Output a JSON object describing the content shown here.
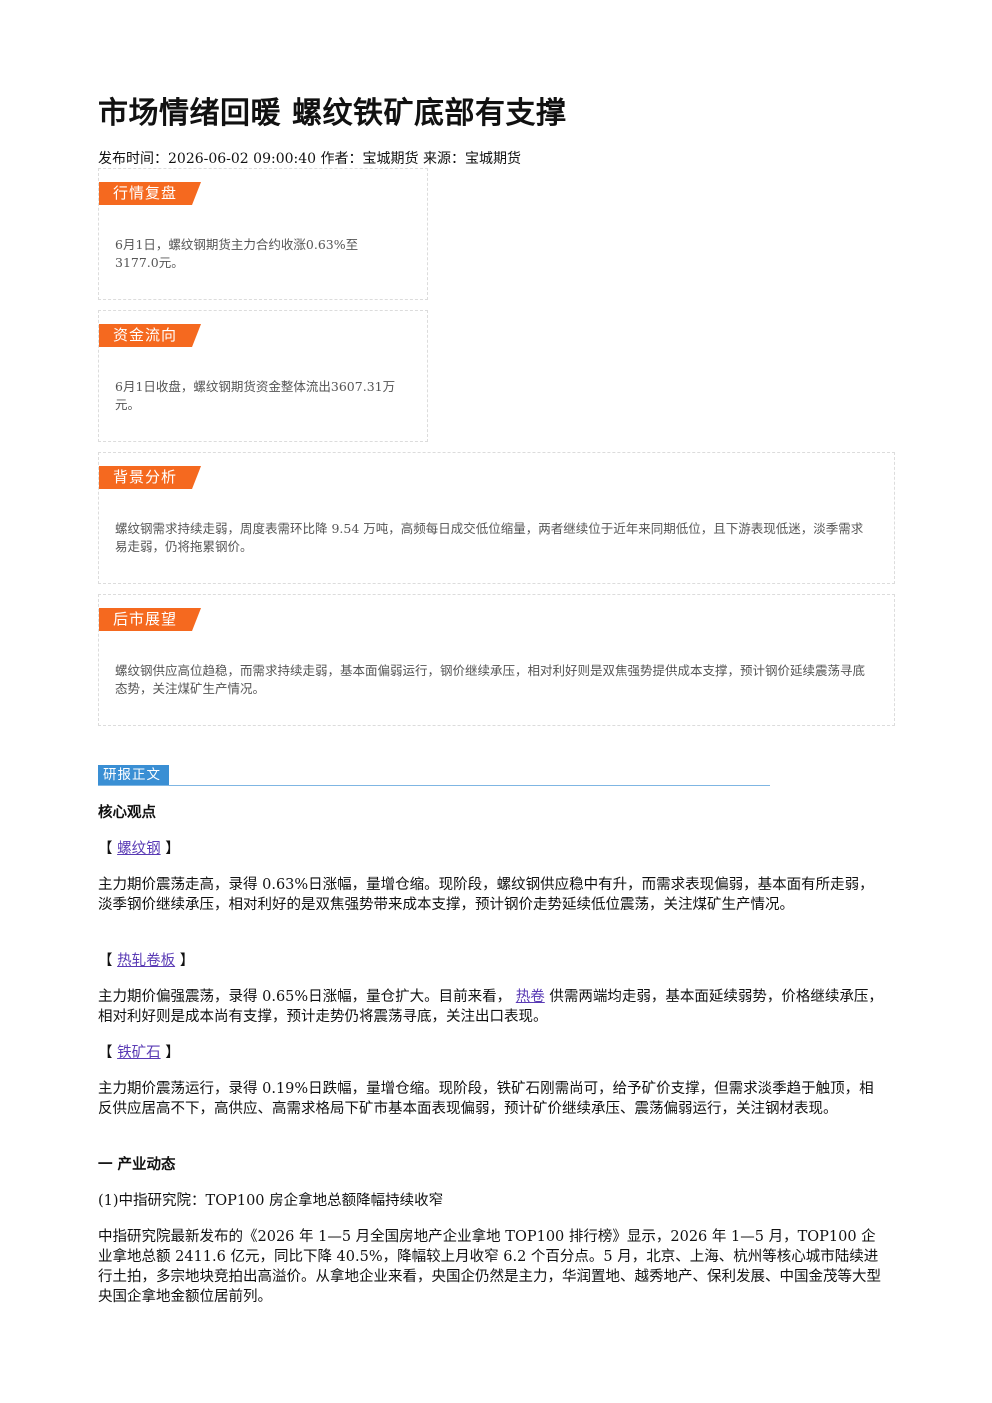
{
  "article": {
    "title": "市场情绪回暖 螺纹铁矿底部有支撑",
    "meta": "发布时间：2026-06-02 09:00:40 作者：宝城期货 来源：宝城期货"
  },
  "cards": [
    {
      "tag": "行情复盘",
      "text": "6月1日，螺纹钢期货主力合约收涨0.63%至3177.0元。"
    },
    {
      "tag": "资金流向",
      "text": "6月1日收盘，螺纹钢期货资金整体流出3607.31万元。"
    },
    {
      "tag": "背景分析",
      "text": "螺纹钢需求持续走弱，周度表需环比降 9.54 万吨，高频每日成交低位缩量，两者继续位于近年来同期低位，且下游表现低迷，淡季需求易走弱，仍将拖累钢价。"
    },
    {
      "tag": "后市展望",
      "text": "螺纹钢供应高位趋稳，而需求持续走弱，基本面偏弱运行，钢价继续承压，相对利好则是双焦强势提供成本支撑，预计钢价延续震荡寻底态势，关注煤矿生产情况。"
    }
  ],
  "report": {
    "section_tag": "研报正文",
    "core_heading": "核心观点",
    "rebar": {
      "open": "【",
      "link": "螺纹钢",
      "close": "】",
      "text": "主力期价震荡走高，录得 0.63%日涨幅，量增仓缩。现阶段，螺纹钢供应稳中有升，而需求表现偏弱，基本面有所走弱，淡季钢价继续承压，相对利好的是双焦强势带来成本支撑，预计钢价走势延续低位震荡，关注煤矿生产情况。"
    },
    "hrc": {
      "open": "【",
      "link": "热轧卷板",
      "close": "】",
      "text_before": "主力期价偏强震荡，录得 0.65%日涨幅，量仓扩大。目前来看，",
      "inline_link": "热卷",
      "text_after": "供需两端均走弱，基本面延续弱势，价格继续承压，相对利好则是成本尚有支撑，预计走势仍将震荡寻底，关注出口表现。"
    },
    "iron": {
      "open": "【",
      "link": "铁矿石",
      "close": "】",
      "text": "主力期价震荡运行，录得 0.19%日跌幅，量增仓缩。现阶段，铁矿石刚需尚可，给予矿价支撑，但需求淡季趋于触顶，相反供应居高不下，高供应、高需求格局下矿市基本面表现偏弱，预计矿价继续承压、震荡偏弱运行，关注钢材表现。"
    },
    "industry_heading": "一 产业动态",
    "news_title": "(1)中指研究院：TOP100 房企拿地总额降幅持续收窄",
    "news_text": "中指研究院最新发布的《2026 年 1—5 月全国房地产企业拿地 TOP100 排行榜》显示，2026 年 1—5 月，TOP100 企业拿地总额 2411.6 亿元，同比下降 40.5%，降幅较上月收窄 6.2 个百分点。5 月，北京、上海、杭州等核心城市陆续进行土拍，多宗地块竞拍出高溢价。从拿地企业来看，央国企仍然是主力，华润置地、越秀地产、保利发展、中国金茂等大型央国企拿地金额位居前列。"
  }
}
